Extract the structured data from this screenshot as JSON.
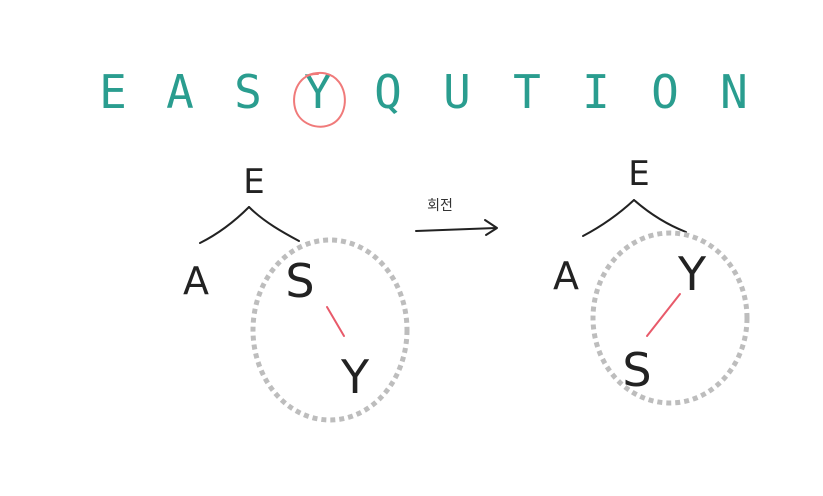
{
  "title_letters": [
    "E",
    "A",
    "S",
    "Y",
    "Q",
    "U",
    "T",
    "I",
    "O",
    "N"
  ],
  "highlighted_index": 3,
  "colors": {
    "title": "#2a9d8f",
    "highlight": "#f07a7a",
    "ink": "#222222",
    "edge_highlight": "#e85a6a",
    "dotted_circle": "#bdbdbd"
  },
  "arrow_label": "회전",
  "tree_before": {
    "root": "E",
    "left": "A",
    "right": "S",
    "right_child": "Y"
  },
  "tree_after": {
    "root": "E",
    "left": "A",
    "right": "Y",
    "right_child": "S"
  }
}
